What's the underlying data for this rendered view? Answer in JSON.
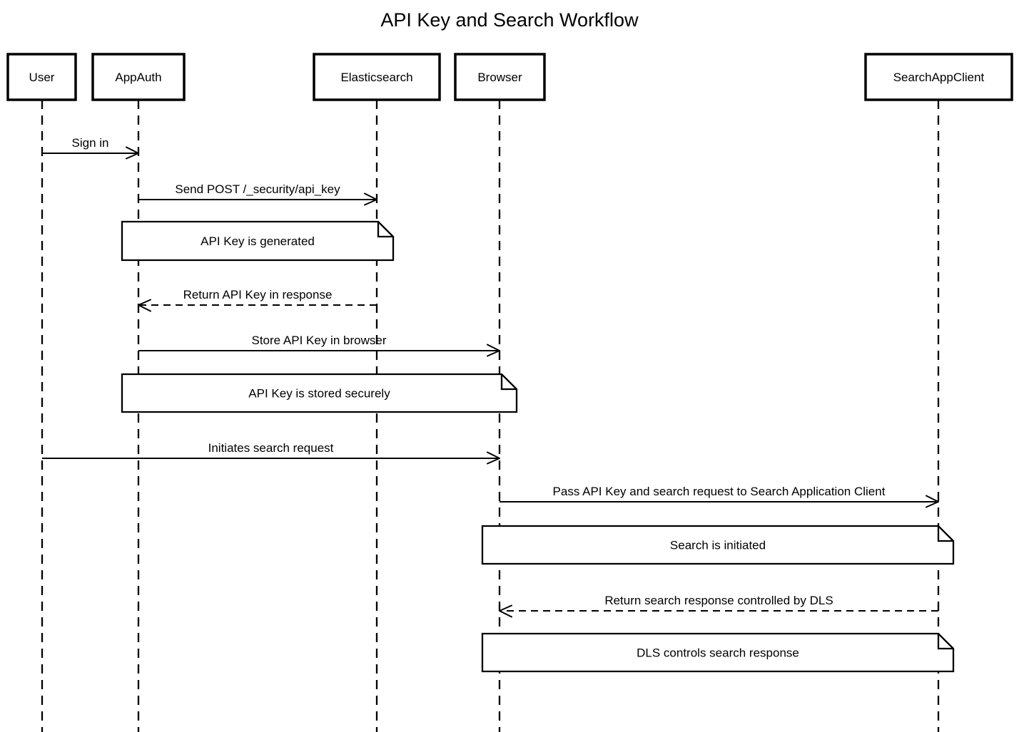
{
  "title": "API Key and Search Workflow",
  "colors": {
    "stroke": "#000000",
    "background": "#ffffff",
    "note_fill": "#ffffff",
    "text": "#000000"
  },
  "diagram_type": "sequence",
  "participants": [
    {
      "id": "user",
      "name": "User"
    },
    {
      "id": "appauth",
      "name": "AppAuth"
    },
    {
      "id": "elasticsearch",
      "name": "Elasticsearch"
    },
    {
      "id": "browser",
      "name": "Browser"
    },
    {
      "id": "searchappclient",
      "name": "SearchAppClient"
    }
  ],
  "messages": [
    {
      "label": "Sign in",
      "from": "user",
      "to": "appauth",
      "style": "solid"
    },
    {
      "label": "Send POST /_security/api_key",
      "from": "appauth",
      "to": "elasticsearch",
      "style": "solid"
    },
    {
      "label": "Return API Key in response",
      "from": "elasticsearch",
      "to": "appauth",
      "style": "dashed"
    },
    {
      "label": "Store API Key in browser",
      "from": "appauth",
      "to": "browser",
      "style": "solid"
    },
    {
      "label": "Initiates search request",
      "from": "user",
      "to": "browser",
      "style": "solid"
    },
    {
      "label": "Pass API Key and search request to Search Application Client",
      "from": "browser",
      "to": "searchappclient",
      "style": "solid"
    },
    {
      "label": "Return search response controlled by DLS",
      "from": "searchappclient",
      "to": "browser",
      "style": "dashed"
    }
  ],
  "notes": [
    {
      "text": "API Key is generated",
      "over": [
        "appauth",
        "elasticsearch"
      ]
    },
    {
      "text": "API Key is stored securely",
      "over": [
        "appauth",
        "browser"
      ]
    },
    {
      "text": "Search is initiated",
      "over": [
        "browser",
        "searchappclient"
      ]
    },
    {
      "text": "DLS controls search response",
      "over": [
        "browser",
        "searchappclient"
      ]
    }
  ]
}
